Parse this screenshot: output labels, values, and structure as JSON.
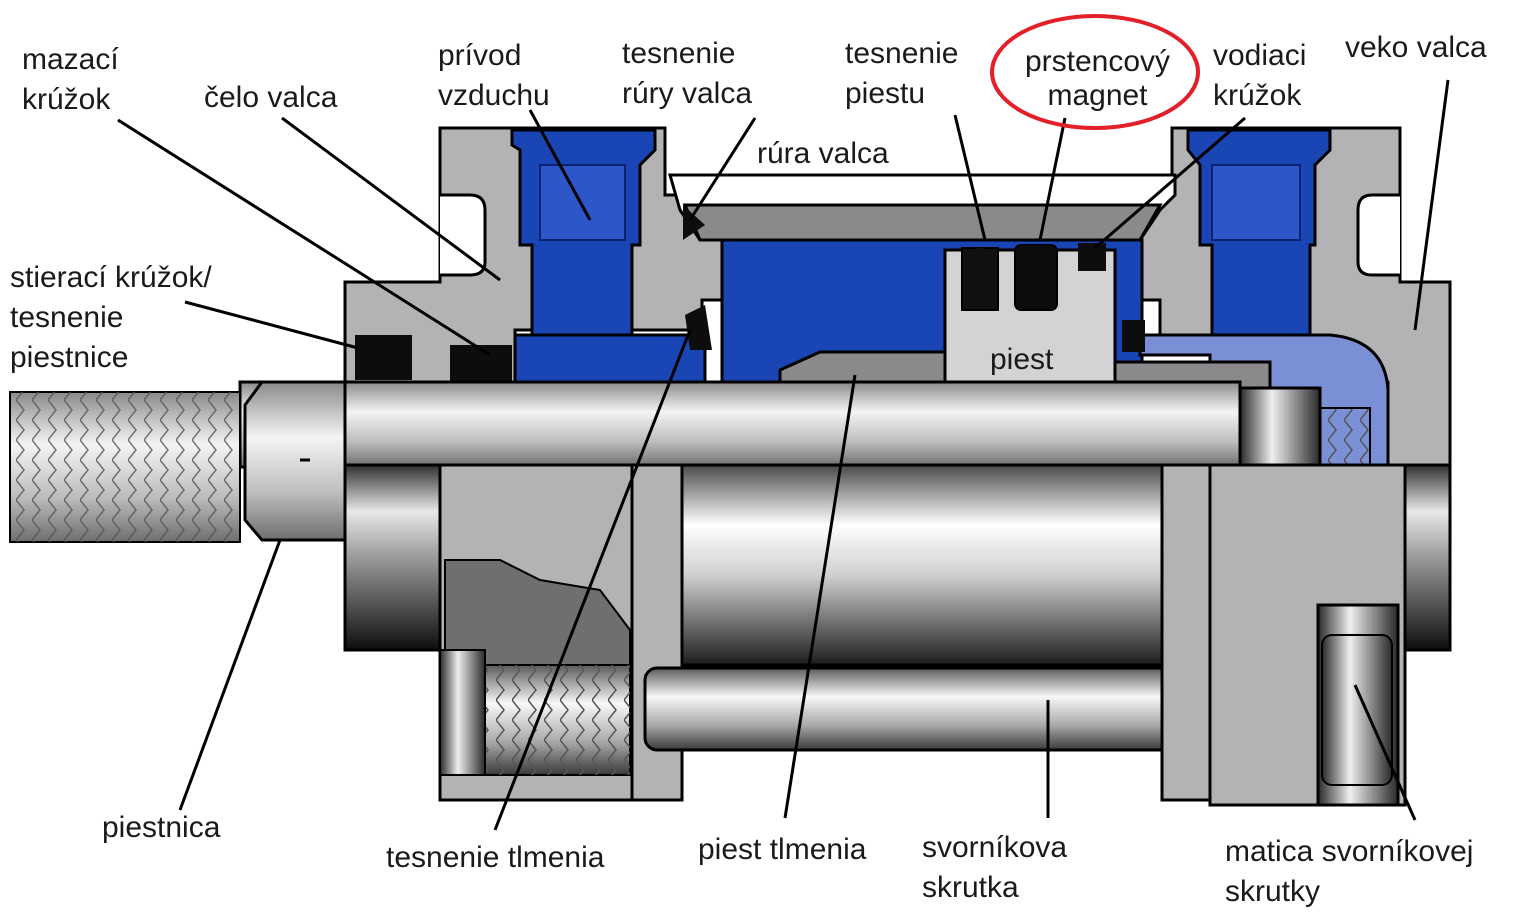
{
  "labels": {
    "mazaci_1": "mazací",
    "mazaci_2": "krúžok",
    "celo": "čelo valca",
    "privod_1": "prívod",
    "privod_2": "vzduchu",
    "tesn_rury_1": "tesnenie",
    "tesn_rury_2": "rúry valca",
    "tesn_piestu_1": "tesnenie",
    "tesn_piestu_2": "piestu",
    "magnet_1": "prstencový",
    "magnet_2": "magnet",
    "vodiaci_1": "vodiaci",
    "vodiaci_2": "krúžok",
    "veko": "veko valca",
    "rura": "rúra valca",
    "stierac_1": "stierací krúžok/",
    "stierac_2": "tesnenie",
    "stierac_3": "piestnice",
    "piest": "piest",
    "piestnica": "piestnica",
    "tesn_tlmenia": "tesnenie tlmenia",
    "piest_tlmenia": "piest tlmenia",
    "svornik_1": "svorníkova",
    "svornik_2": "skrutka",
    "matica_1": "matica svorníkovej",
    "matica_2": "skrutky"
  },
  "colors": {
    "housing": "#b3b3b5",
    "blue_port": "#1a45b5",
    "blue_light": "#7b8fd6",
    "highlight_ring": "#e3202a",
    "outline": "#000000"
  }
}
